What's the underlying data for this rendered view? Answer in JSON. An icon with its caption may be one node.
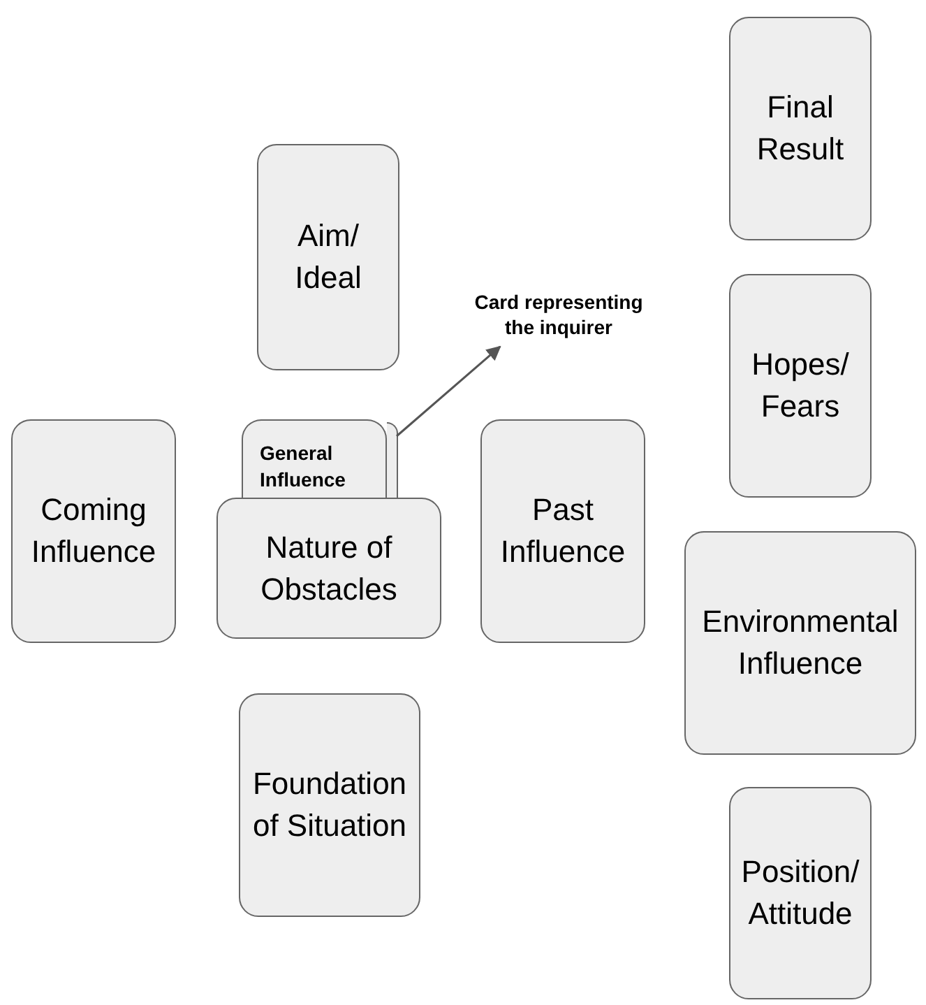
{
  "diagram": {
    "nodes": [
      {
        "text": [
          "Final Result"
        ]
      },
      {
        "text": [
          "Aim/ Ideal"
        ]
      },
      {
        "text": [
          "Card representing the inquirer"
        ]
      },
      {
        "text": [
          "Hopes/ Fears"
        ]
      },
      {
        "text": [
          "Coming Influence"
        ]
      },
      {
        "text": [],
        "shape": "box"
      },
      {
        "text": [
          "General Influence"
        ]
      },
      {
        "text": [
          "Nature of Obstacles"
        ]
      },
      {
        "text": [
          "Past Influence"
        ]
      },
      {
        "text": [
          "Environmental Influence"
        ]
      },
      {
        "text": [
          "Foundation of Situation"
        ]
      },
      {
        "text": [
          "Position/ Attitude"
        ]
      }
    ],
    "edges": [
      {
        "from": 5,
        "to": 2,
        "arrow": "to"
      }
    ]
  }
}
